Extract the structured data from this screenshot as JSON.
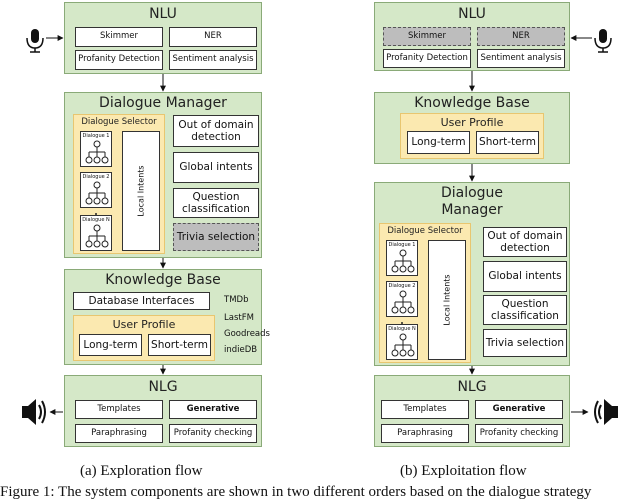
{
  "left": {
    "nlu": {
      "title": "NLU",
      "skimmer": "Skimmer",
      "ner": "NER",
      "profanity": "Profanity Detection",
      "sentiment": "Sentiment analysis"
    },
    "dm": {
      "title": "Dialogue Manager",
      "selector": "Dialogue Selector",
      "dialogue1": "Dialogue 1",
      "dialogue2": "Dialogue 2",
      "dialogueN": "Dialogue N",
      "local_intents": "Local Intents",
      "ood": "Out of domain detection",
      "global": "Global intents",
      "question": "Question classification",
      "trivia": "Trivia selection"
    },
    "kb": {
      "title": "Knowledge Base",
      "db": "Database Interfaces",
      "profile": "User Profile",
      "long": "Long-term",
      "short": "Short-term",
      "sources": [
        "TMDb",
        "LastFM",
        "Goodreads",
        "indieDB"
      ]
    },
    "nlg": {
      "title": "NLG",
      "templates": "Templates",
      "generative": "Generative",
      "paraphrasing": "Paraphrasing",
      "profanity": "Profanity checking"
    },
    "caption": "(a) Exploration flow"
  },
  "right": {
    "nlu": {
      "title": "NLU",
      "skimmer": "Skimmer",
      "ner": "NER",
      "profanity": "Profanity Detection",
      "sentiment": "Sentiment analysis"
    },
    "kb": {
      "title": "Knowledge Base",
      "profile": "User Profile",
      "long": "Long-term",
      "short": "Short-term"
    },
    "dm": {
      "title_line1": "Dialogue",
      "title_line2": "Manager",
      "selector": "Dialogue Selector",
      "dialogue1": "Dialogue 1",
      "dialogue2": "Dialogue 2",
      "dialogueN": "Dialogue N",
      "local_intents": "Local Intents",
      "ood": "Out of domain detection",
      "global": "Global intents",
      "question": "Question classification",
      "trivia": "Trivia selection"
    },
    "nlg": {
      "title": "NLG",
      "templates": "Templates",
      "generative": "Generative",
      "paraphrasing": "Paraphrasing",
      "profanity": "Profanity checking"
    },
    "caption": "(b) Exploitation flow"
  },
  "footer": "Figure 1: The system components are shown in two different orders based on the dialogue strategy"
}
